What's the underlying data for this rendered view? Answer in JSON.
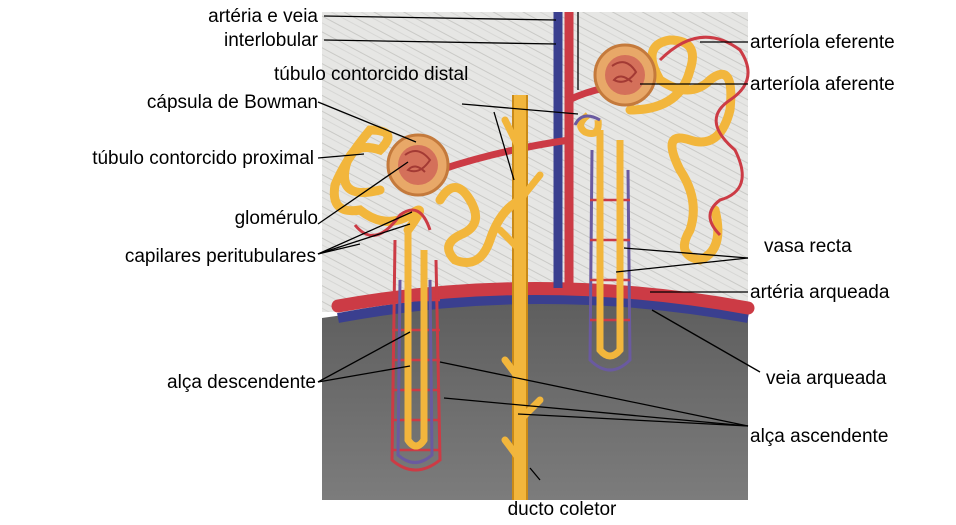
{
  "labels": {
    "arteria_veia_line1": "artéria e veia",
    "arteria_veia_line2": "interlobular",
    "tubulo_distal": "túbulo contorcido distal",
    "capsula": "cápsula de Bowman",
    "tubulo_proximal": "túbulo contorcido proximal",
    "glomerulo": "glomérulo",
    "capilares": "capilares peritubulares",
    "alca_descendente": "alça descendente",
    "ducto_coletor": "ducto coletor",
    "arteriola_eferente": "arteríola eferente",
    "arteriola_aferente": "arteríola aferente",
    "vasa_recta": "vasa recta",
    "arteria_arqueada": "artéria arqueada",
    "veia_arqueada": "veia arqueada",
    "alca_ascendente": "alça ascendente"
  },
  "colors": {
    "cortex": "#e4e4e2",
    "medulla": "#6e6e6e",
    "tubule": "#f2b63c",
    "tubule_edge": "#c98a18",
    "artery": "#cc3b45",
    "vein": "#3a3f8f",
    "capsule": "#e8a868"
  }
}
